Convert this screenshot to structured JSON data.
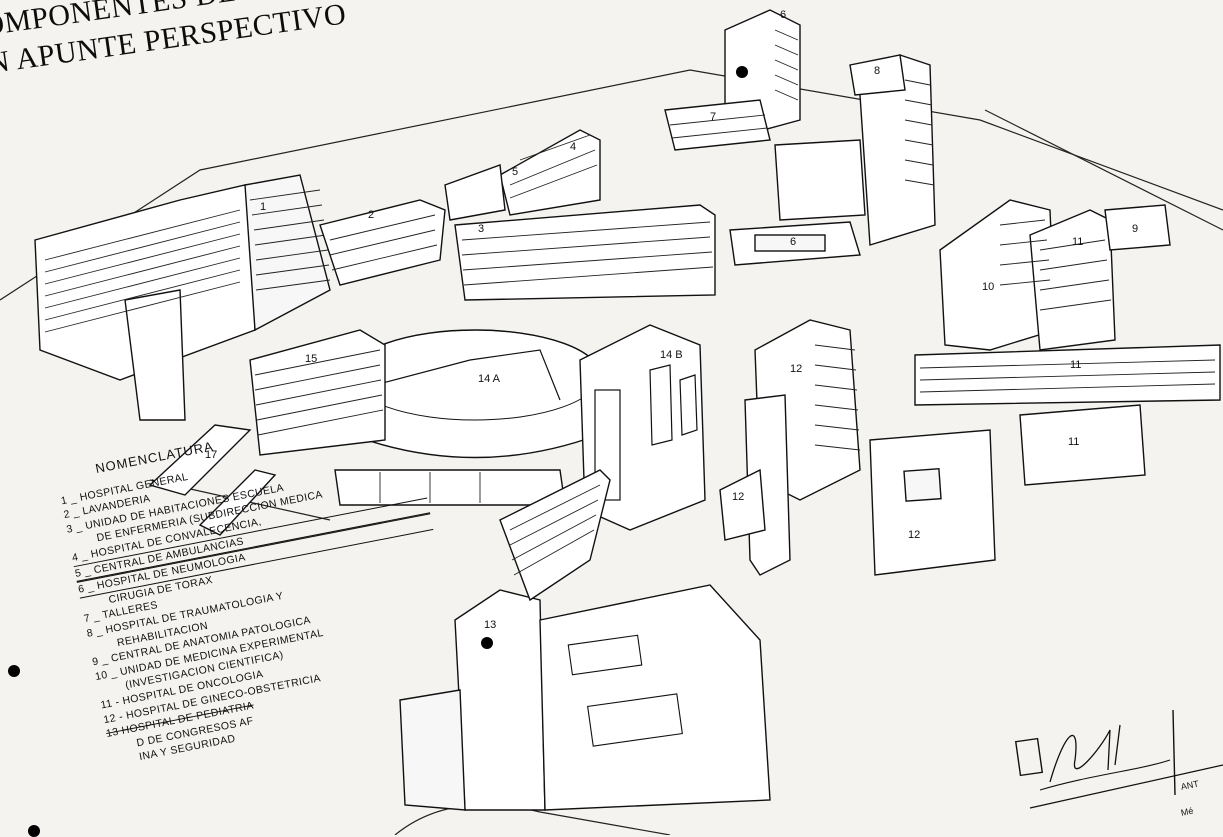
{
  "title": {
    "line1": "OMPONENTES DE EDIFICIOS",
    "line2": "N APUNTE PERSPECTIVO"
  },
  "legend": {
    "heading": "NOMENCLATURA",
    "items": [
      "1 _ HOSPITAL GENERAL",
      "2 _ LAVANDERIA",
      "3 _ UNIDAD DE HABITACIONES ESCUELA",
      "DE ENFERMERIA (SUBDIRECCION MEDICA",
      "4 _ HOSPITAL DE CONVALECENCIA,",
      "5 _ CENTRAL DE AMBULANCIAS",
      "6 _ HOSPITAL DE NEUMOLOGIA",
      "CIRUGIA DE TORAX",
      "7 _ TALLERES",
      "8 _ HOSPITAL DE TRAUMATOLOGIA Y",
      "REHABILITACION",
      "9 _ CENTRAL DE ANATOMIA PATOLOGICA",
      "10 _ UNIDAD DE MEDICINA EXPERIMENTAL",
      "(INVESTIGACION CIENTIFICA)",
      "11 - HOSPITAL DE ONCOLOGIA",
      "12 - HOSPITAL DE GINECO-OBSTETRICIA",
      "13 HOSPITAL DE PEDIATRIA",
      "D DE CONGRESOS AF",
      "INA Y SEGURIDAD"
    ]
  },
  "building_labels": {
    "b1": "1",
    "b2": "2",
    "b3": "3",
    "b4": "4",
    "b5": "5",
    "b6a": "6",
    "b6b": "6",
    "b7": "7",
    "b8": "8",
    "b9": "9",
    "b10": "10",
    "b11a": "11",
    "b11b": "11",
    "b11c": "11",
    "b12a": "12",
    "b12b": "12",
    "b12c": "12",
    "b13": "13",
    "b14a": "14 A",
    "b14b": "14 B",
    "b15": "15",
    "b17": "17"
  },
  "signature": {
    "text_ant": "ANT",
    "text_me": "Mé"
  }
}
